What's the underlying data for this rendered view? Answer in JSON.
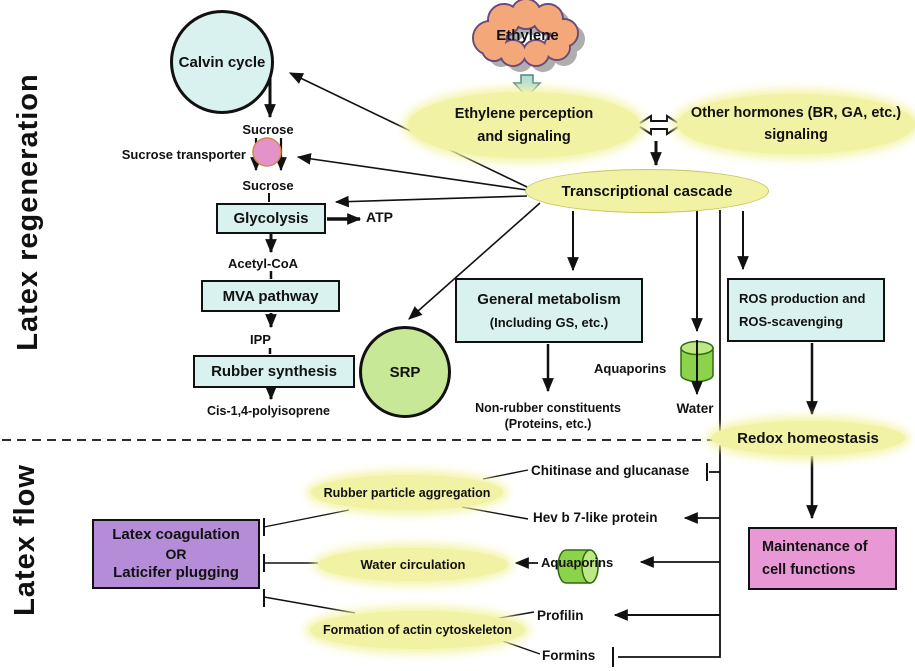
{
  "left_labels": {
    "regeneration": "Latex regeneration",
    "flow": "Latex flow"
  },
  "signaling": {
    "ethylene": "Ethylene",
    "perception_line1": "Ethylene perception",
    "perception_line2": "and signaling",
    "hormones_line1": "Other hormones (BR, GA, etc.)",
    "hormones_line2": "signaling",
    "cascade": "Transcriptional cascade"
  },
  "regeneration": {
    "calvin": "Calvin cycle",
    "sucrose_top": "Sucrose",
    "transporter": "Sucrose transporter",
    "sucrose_in": "Sucrose",
    "glycolysis": "Glycolysis",
    "atp": "ATP",
    "acetyl_coa": "Acetyl-CoA",
    "mva": "MVA pathway",
    "ipp": "IPP",
    "rubber_synthesis": "Rubber synthesis",
    "polyisoprene": "Cis-1,4-polyisoprene",
    "srp": "SRP",
    "general_metabolism_line1": "General metabolism",
    "general_metabolism_line2": "(Including GS, etc.)",
    "non_rubber_line1": "Non-rubber constituents",
    "non_rubber_line2": "(Proteins, etc.)",
    "aquaporins": "Aquaporins",
    "water": "Water",
    "ros_line1": "ROS production and",
    "ros_line2": "ROS-scavenging"
  },
  "flow": {
    "redox": "Redox homeostasis",
    "maintenance_line1": "Maintenance of",
    "maintenance_line2": "cell functions",
    "chitinase": "Chitinase and glucanase",
    "hev_b7": "Hev b 7-like protein",
    "aquaporins": "Aquaporins",
    "profilin": "Profilin",
    "formins": "Formins",
    "aggregation": "Rubber particle aggregation",
    "water_circulation": "Water circulation",
    "actin": "Formation of actin cytoskeleton",
    "coagulation_line1": "Latex coagulation",
    "coagulation_line2": "OR",
    "coagulation_line3": "Laticifer plugging"
  },
  "colors": {
    "process_box_fill": "#d9f1ef",
    "ellipse_fill": "#f2f2a4",
    "cloud_fill": "#f4a87a",
    "cloud_outline": "#6a4a7a",
    "cloud_shadow": "#a0a0a0",
    "transporter_fill": "#e493c8",
    "transporter_outline": "#d4884a",
    "srp_fill": "#c6e897",
    "cylinder_fill": "#8cd24a",
    "cylinder_face": "#bde884",
    "cylinder_outline": "#2f6b12",
    "coagulation_fill": "#b48cd8",
    "maintenance_fill": "#e898d4",
    "block_arrow_fill": "#b5ddd3",
    "line": "#111111"
  }
}
